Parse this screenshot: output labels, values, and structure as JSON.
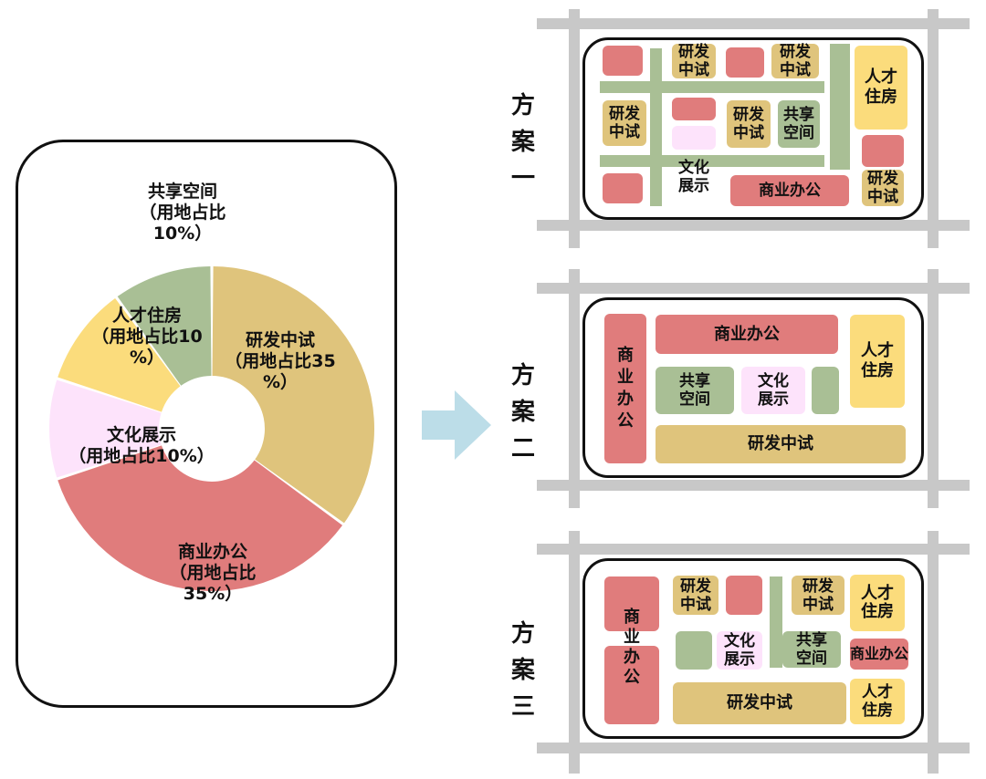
{
  "pie": {
    "labels": {
      "shared": "共享空间\n（用地占比\n10%）",
      "talent": "人才住房\n（用地占比10\n%）",
      "rnd": "研发中试\n（用地占比35\n%）",
      "culture": "文化展示\n（用地占比10%）",
      "office": "商业办公\n（用地占比\n35%）"
    }
  },
  "chart_data": {
    "type": "pie",
    "style": "donut",
    "categories": [
      "研发中试",
      "商业办公",
      "文化展示",
      "人才住房",
      "共享空间"
    ],
    "values": [
      35,
      35,
      10,
      10,
      10
    ],
    "unit": "%",
    "colors": [
      "#dfc47c",
      "#e07c7c",
      "#fde3fb",
      "#fbdc7c",
      "#a9bf95"
    ]
  },
  "arrow_color": "#bcdde8",
  "colors": {
    "rnd": "#dfc47c",
    "office": "#e07c7c",
    "culture": "#fde3fb",
    "talent": "#fbdc7c",
    "shared": "#a9bf95",
    "road": "#c8c8c8"
  },
  "schemes": [
    {
      "title": "方\n案\n一",
      "labels": {
        "rnd1": "研发\n中试",
        "rnd2": "研发\n中试",
        "talent": "人才\n住房",
        "rnd3": "研发\n中试",
        "rnd4": "研发\n中试",
        "shared": "共享\n空间",
        "culture": "文化\n展示",
        "office": "商业办公",
        "rnd5": "研发\n中试"
      }
    },
    {
      "title": "方\n案\n二",
      "labels": {
        "office_left": "商\n业\n办\n公",
        "office_top": "商业办公",
        "talent": "人才\n住房",
        "shared": "共享\n空间",
        "culture": "文化\n展示",
        "rnd": "研发中试"
      }
    },
    {
      "title": "方\n案\n三",
      "labels": {
        "office_left": "商\n业\n办\n公",
        "rnd1": "研发\n中试",
        "rnd2": "研发\n中试",
        "talent1": "人才\n住房",
        "culture": "文化\n展示",
        "shared": "共享\n空间",
        "office_right": "商业办公",
        "rnd_bottom": "研发中试",
        "talent2": "人才\n住房"
      }
    }
  ]
}
